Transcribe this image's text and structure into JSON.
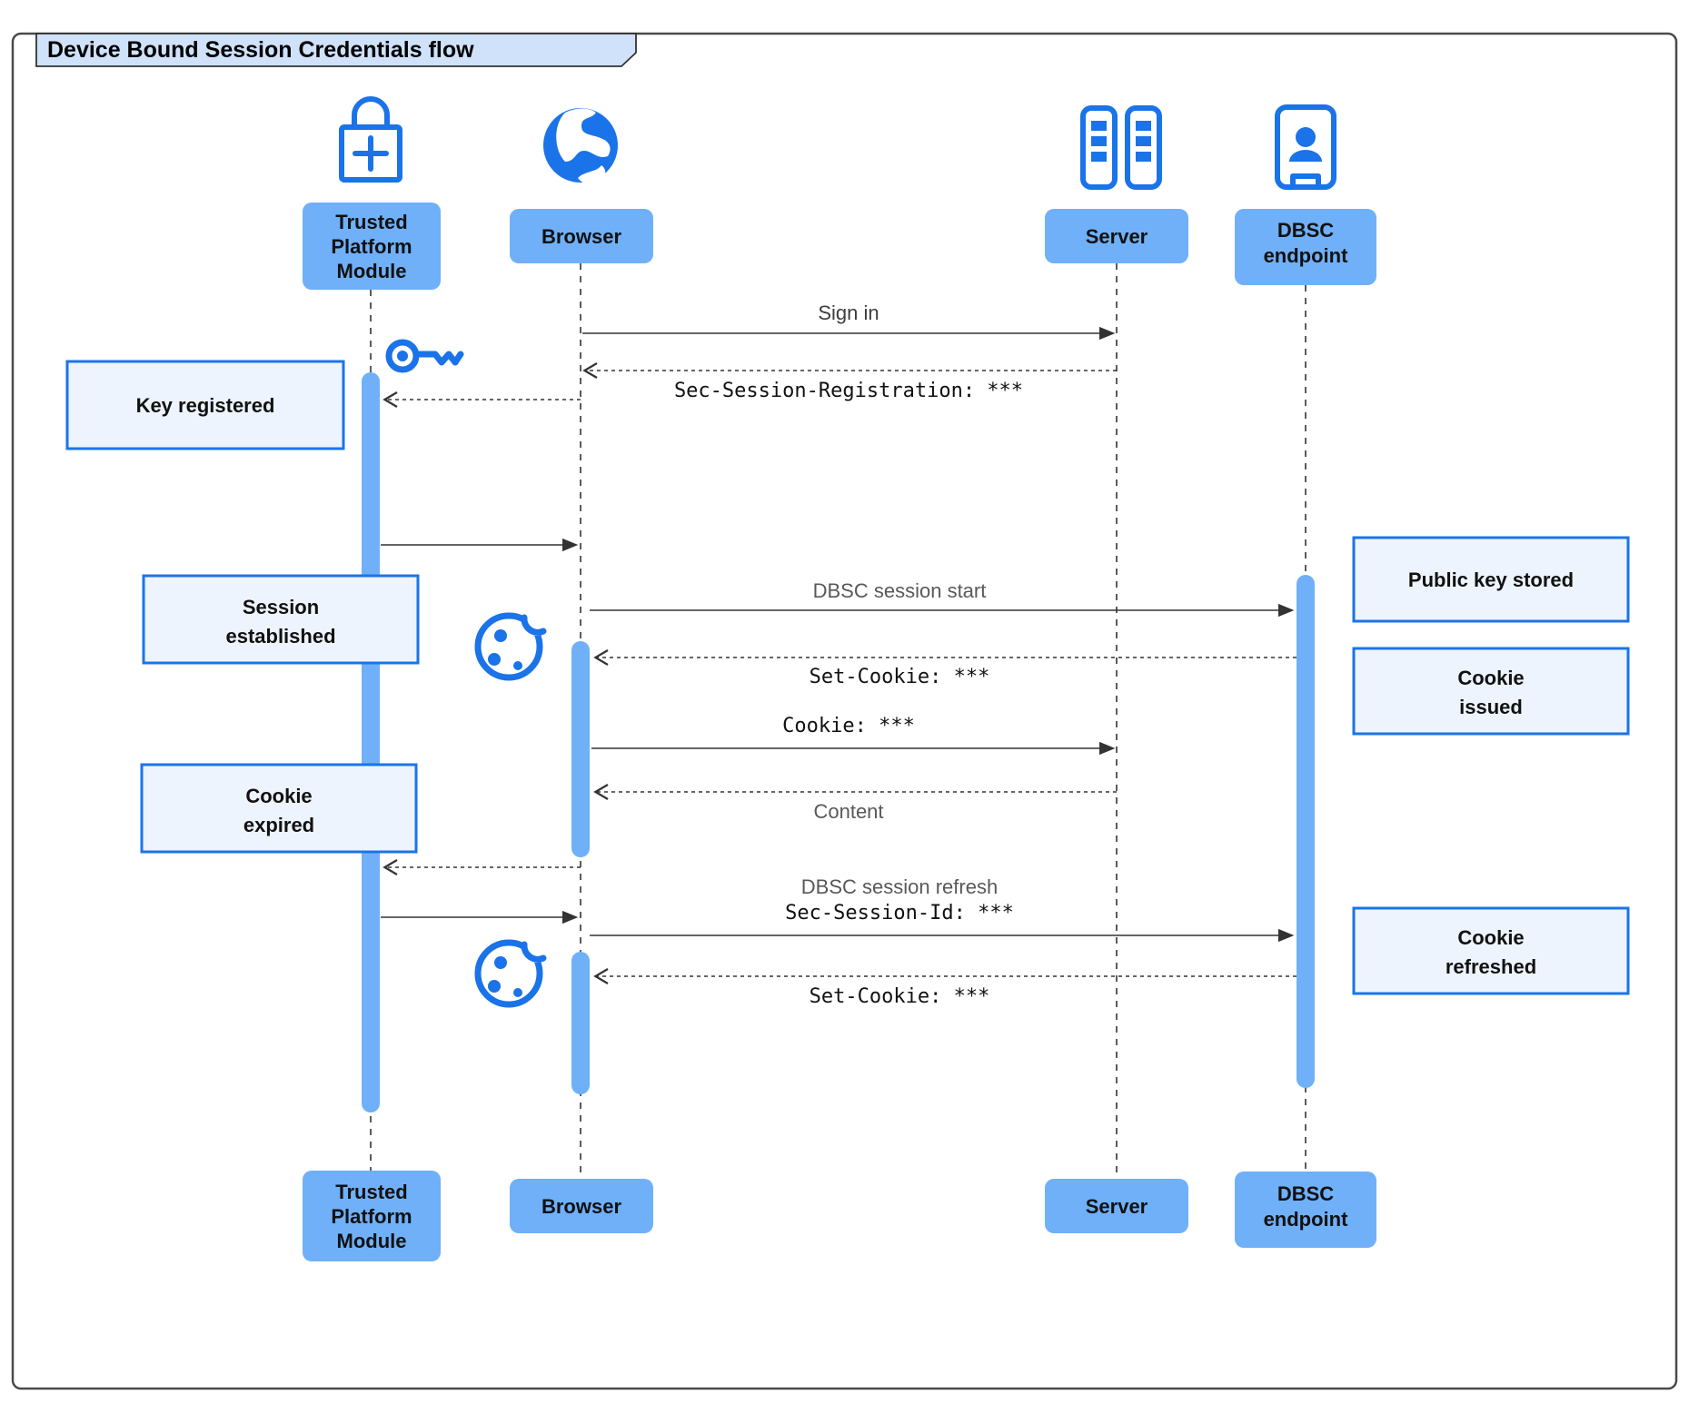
{
  "title": "Device Bound Session Credentials flow",
  "colors": {
    "icon_blue": "#1a73e8",
    "actor_fill": "#6fb0f9",
    "activation_fill": "#6fb0f9",
    "note_fill": "#eef4fd",
    "note_border": "#1b74e8",
    "line": "#333333",
    "title_tab_fill": "#cfe2fa"
  },
  "participants": {
    "tpm": {
      "icon": "lock-plus-icon",
      "lines": [
        "Trusted",
        "Platform",
        "Module"
      ]
    },
    "browser": {
      "icon": "globe-icon",
      "label": "Browser"
    },
    "server": {
      "icon": "server-racks-icon",
      "label": "Server"
    },
    "dbsc": {
      "icon": "door-person-icon",
      "lines": [
        "DBSC",
        "endpoint"
      ]
    }
  },
  "messages": {
    "sign_in": "Sign in",
    "sec_session_registration": "Sec-Session-Registration: ***",
    "dbsc_session_start": "DBSC session start",
    "set_cookie_first": "Set-Cookie: ***",
    "cookie": "Cookie: ***",
    "content": "Content",
    "dbsc_session_refresh": "DBSC session refresh",
    "sec_session_id": "Sec-Session-Id: ***",
    "set_cookie_refresh": "Set-Cookie: ***"
  },
  "notes": {
    "key_registered": "Key registered",
    "session_established": [
      "Session",
      "established"
    ],
    "cookie_expired": [
      "Cookie",
      "expired"
    ],
    "public_key_stored": "Public key stored",
    "cookie_issued": [
      "Cookie",
      "issued"
    ],
    "cookie_refreshed": [
      "Cookie",
      "refreshed"
    ]
  }
}
